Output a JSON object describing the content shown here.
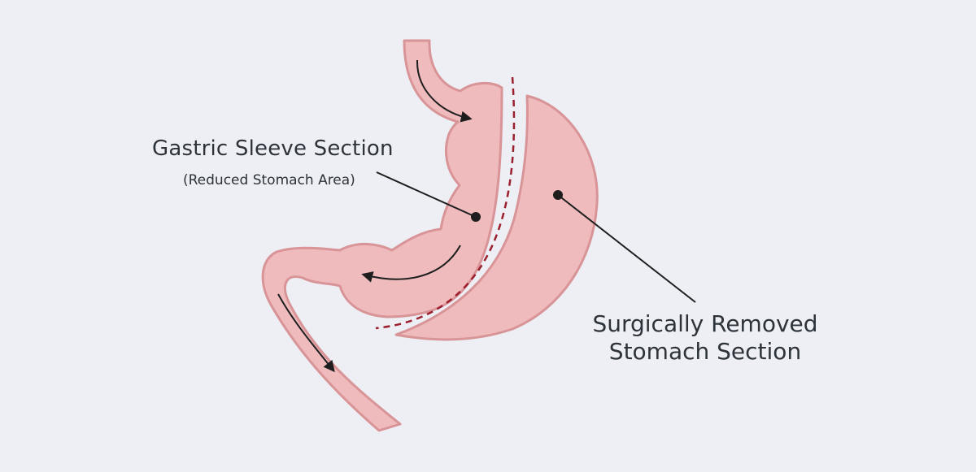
{
  "labels": {
    "sleeve_title": "Gastric Sleeve Section",
    "sleeve_subtitle": "(Reduced Stomach Area)",
    "removed_line1": "Surgically Removed",
    "removed_line2": "Stomach Section"
  },
  "colors": {
    "background": "#edeff4",
    "tissue_fill": "#efbbbd",
    "tissue_outline": "#d89497",
    "cut_line": "#9b1f2e",
    "leader_line": "#1e1e1e",
    "text": "#2e333b"
  }
}
